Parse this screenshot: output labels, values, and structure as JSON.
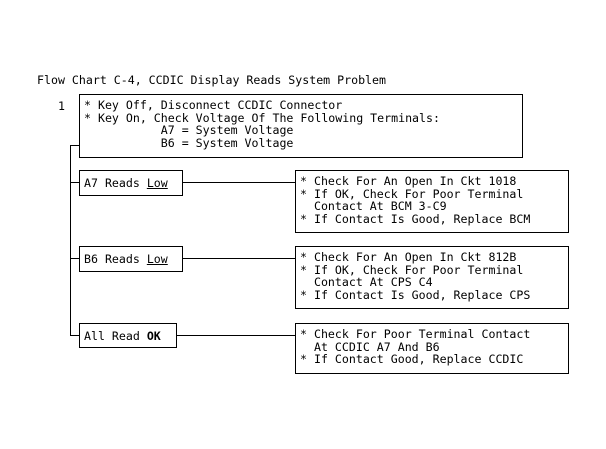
{
  "title": "Flow Chart C-4, CCDIC Display Reads System Problem",
  "step_number": "1",
  "step1_lines": [
    "* Key Off, Disconnect CCDIC Connector",
    "* Key On, Check Voltage Of The Following Terminals:",
    "           A7 = System Voltage",
    "           B6 = System Voltage"
  ],
  "branches": [
    {
      "condition_prefix": "A7 Reads ",
      "condition_value": "Low",
      "result_lines": [
        "* Check For An Open In Ckt 1018",
        "* If OK, Check For Poor Terminal",
        "  Contact At BCM 3-C9",
        "* If Contact Is Good, Replace BCM"
      ]
    },
    {
      "condition_prefix": "B6 Reads ",
      "condition_value": "Low",
      "result_lines": [
        "* Check For An Open In Ckt 812B",
        "* If OK, Check For Poor Terminal",
        "  Contact At CPS C4",
        "* If Contact Is Good, Replace CPS"
      ]
    },
    {
      "condition_prefix": "All Read ",
      "condition_value": "OK",
      "result_lines": [
        "* Check For Poor Terminal Contact",
        "  At CCDIC A7 And B6",
        "* If Contact Good, Replace CCDIC"
      ]
    }
  ]
}
